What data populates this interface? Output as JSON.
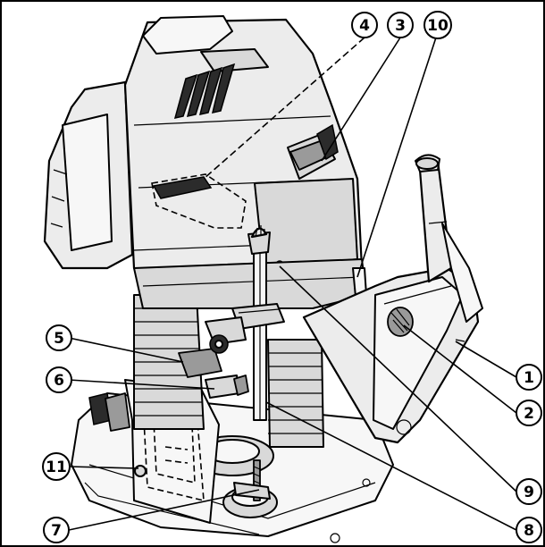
{
  "callouts": [
    {
      "id": "c4",
      "label": "4"
    },
    {
      "id": "c3",
      "label": "3"
    },
    {
      "id": "c10",
      "label": "10"
    },
    {
      "id": "c5",
      "label": "5"
    },
    {
      "id": "c6",
      "label": "6"
    },
    {
      "id": "c11",
      "label": "11"
    },
    {
      "id": "c7",
      "label": "7"
    },
    {
      "id": "c1",
      "label": "1"
    },
    {
      "id": "c2",
      "label": "2"
    },
    {
      "id": "c9",
      "label": "9"
    },
    {
      "id": "c8",
      "label": "8"
    }
  ],
  "colors": {
    "line": "#000000",
    "background": "#ffffff",
    "shade": "#d9d9d9"
  }
}
